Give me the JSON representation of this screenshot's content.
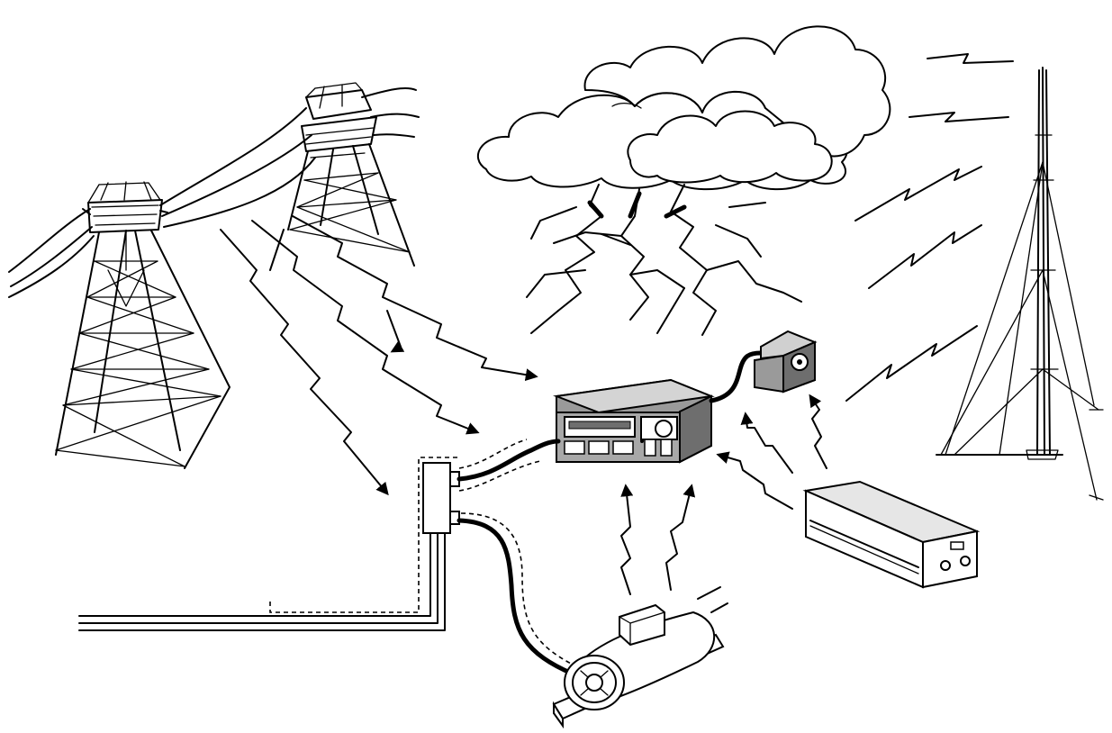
{
  "diagram": {
    "colors": {
      "ink": "#000000",
      "paper": "#ffffff",
      "device_gray": "#9a9a9a",
      "device_dark": "#6e6e6e"
    },
    "components": [
      {
        "id": "transmission-tower-left",
        "icon": "power-pylon"
      },
      {
        "id": "transmission-tower-right",
        "icon": "power-pylon"
      },
      {
        "id": "thunderstorm-cloud",
        "icon": "cloud-lightning"
      },
      {
        "id": "radio-tower",
        "icon": "antenna-mast"
      },
      {
        "id": "radio-receiver",
        "icon": "radio-set"
      },
      {
        "id": "speaker",
        "icon": "speaker-box"
      },
      {
        "id": "fluorescent-fixture",
        "icon": "electronic-device-box"
      },
      {
        "id": "electric-motor",
        "icon": "motor"
      },
      {
        "id": "junction-box",
        "icon": "outlet-box"
      },
      {
        "id": "power-line",
        "icon": "wire"
      }
    ],
    "interference_paths": [
      {
        "from": "transmission-tower-left",
        "to": "junction-box"
      },
      {
        "from": "transmission-tower-left",
        "to": "radio-receiver"
      },
      {
        "from": "transmission-tower-right",
        "to": "radio-receiver"
      },
      {
        "from": "thunderstorm-cloud",
        "to": "radio-receiver"
      },
      {
        "from": "radio-tower",
        "to": "radio-receiver"
      },
      {
        "from": "electric-motor",
        "to": "radio-receiver"
      },
      {
        "from": "fluorescent-fixture",
        "to": "radio-receiver"
      },
      {
        "from": "fluorescent-fixture",
        "to": "speaker"
      },
      {
        "from": "power-line",
        "to": "radio-receiver"
      }
    ]
  }
}
